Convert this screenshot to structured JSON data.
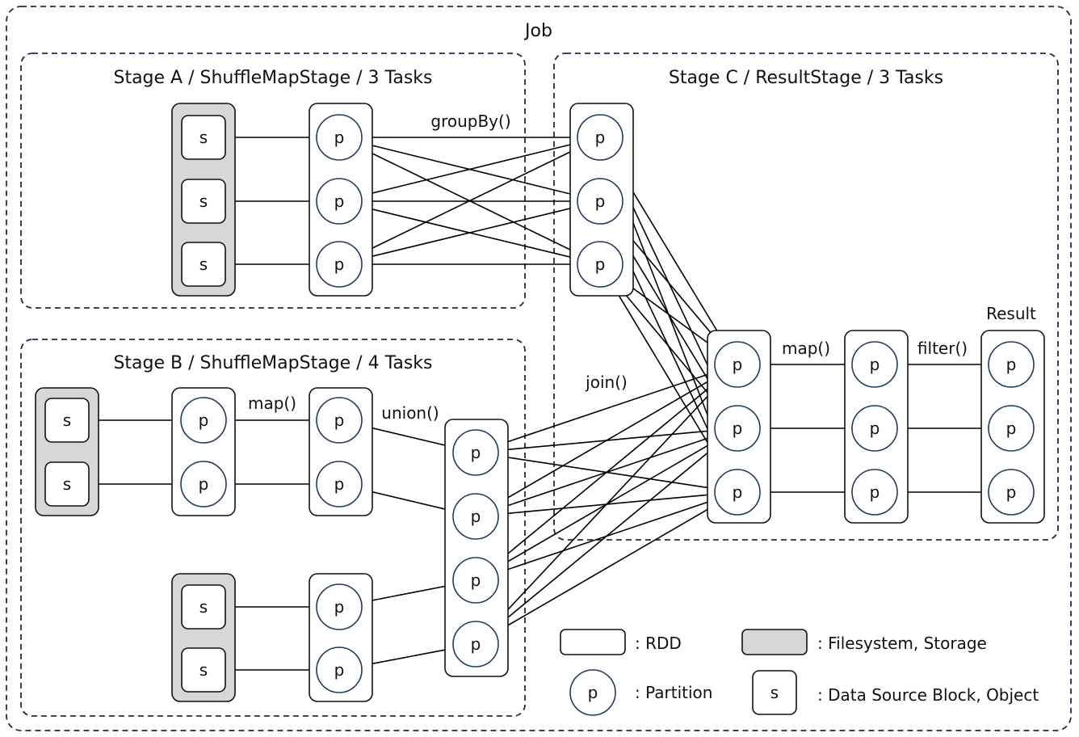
{
  "job": {
    "label": "Job"
  },
  "stages": {
    "a": {
      "label": "Stage A / ShuffleMapStage / 3 Tasks"
    },
    "b": {
      "label": "Stage B / ShuffleMapStage / 4 Tasks"
    },
    "c": {
      "label": "Stage C / ResultStage / 3 Tasks"
    }
  },
  "ops": {
    "groupBy": "groupBy()",
    "join": "join()",
    "map_b": "map()",
    "union": "union()",
    "map_c": "map()",
    "filter": "filter()"
  },
  "result_label": "Result",
  "node_labels": {
    "partition": "p",
    "source": "s"
  },
  "legend": {
    "rdd": ": RDD",
    "filesystem": ": Filesystem, Storage",
    "partition": ": Partition",
    "source": ": Data Source Block, Object"
  },
  "colors": {
    "storage_fill": "#d7d7d7",
    "stage_border": "#1e2d44",
    "partition_stroke": "#223a5e"
  }
}
